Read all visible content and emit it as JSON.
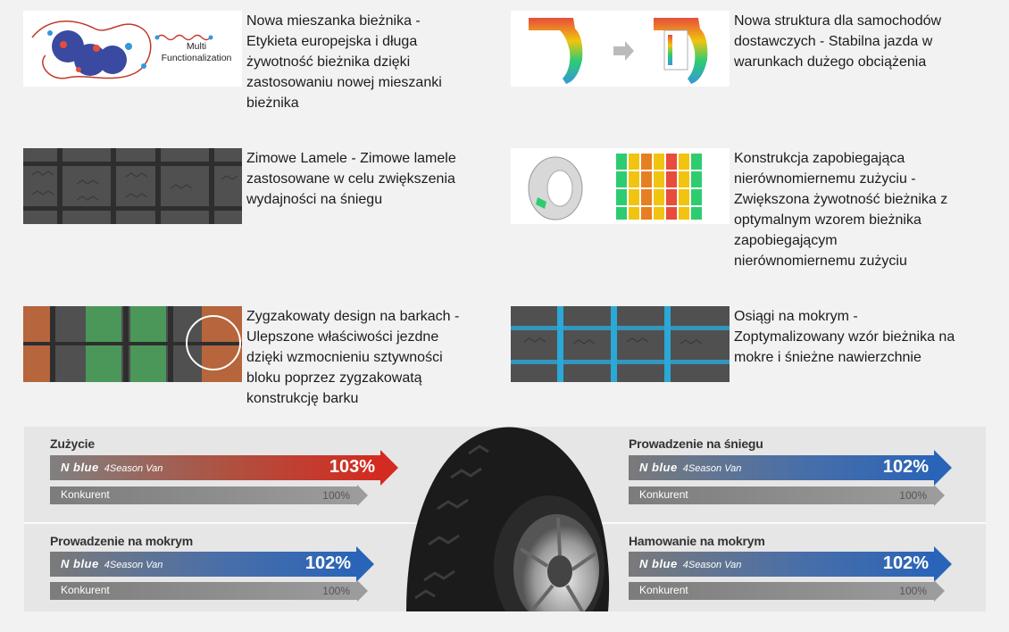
{
  "features": [
    {
      "text": "Nowa mieszanka bieżnika - Etykieta europejska i długa żywotność bieżnika dzięki zastosowaniu nowej mieszanki bieżnika",
      "image_label": "Multi Functionalization",
      "icon": "molecule-compound-icon"
    },
    {
      "text": "Nowa struktura dla samochodów dostawczych - Stabilna jazda w warunkach dużego obciążenia",
      "icon": "structure-simulation-icon"
    },
    {
      "text": "Zimowe Lamele - Zimowe lamele zastosowane w celu zwiększenia wydajności na śniegu",
      "icon": "tread-sipes-icon"
    },
    {
      "text": "Konstrukcja zapobiegająca nierównomiernemu zużyciu - Zwiększona żywotność bieżnika z optymalnym wzorem bieżnika zapobiegającym nierównomiernemu zużyciu",
      "icon": "wear-simulation-icon"
    },
    {
      "text": "Zygzakowaty design na barkach - Ulepszone właściwości jezdne dzięki wzmocnieniu sztywności bloku poprzez zygzakowatą konstrukcję barku",
      "icon": "zigzag-shoulder-icon"
    },
    {
      "text": "Osiągi na mokrym - Zoptymalizowany wzór bieżnika na mokre i śnieżne nawierzchnie",
      "icon": "wet-grooves-icon"
    }
  ],
  "product": {
    "brand_main": "N blue",
    "brand_sub": "4Season Van"
  },
  "competitor_label": "Konkurent",
  "metrics": [
    {
      "title": "Zużycie",
      "value": "103%",
      "competitor_value": "100%",
      "color": "#d42a1f"
    },
    {
      "title": "Prowadzenie na śniegu",
      "value": "102%",
      "competitor_value": "100%",
      "color": "#2a64b8"
    },
    {
      "title": "Prowadzenie na mokrym",
      "value": "102%",
      "competitor_value": "100%",
      "color": "#2a64b8"
    },
    {
      "title": "Hamowanie na mokrym",
      "value": "102%",
      "competitor_value": "100%",
      "color": "#2a64b8"
    }
  ]
}
